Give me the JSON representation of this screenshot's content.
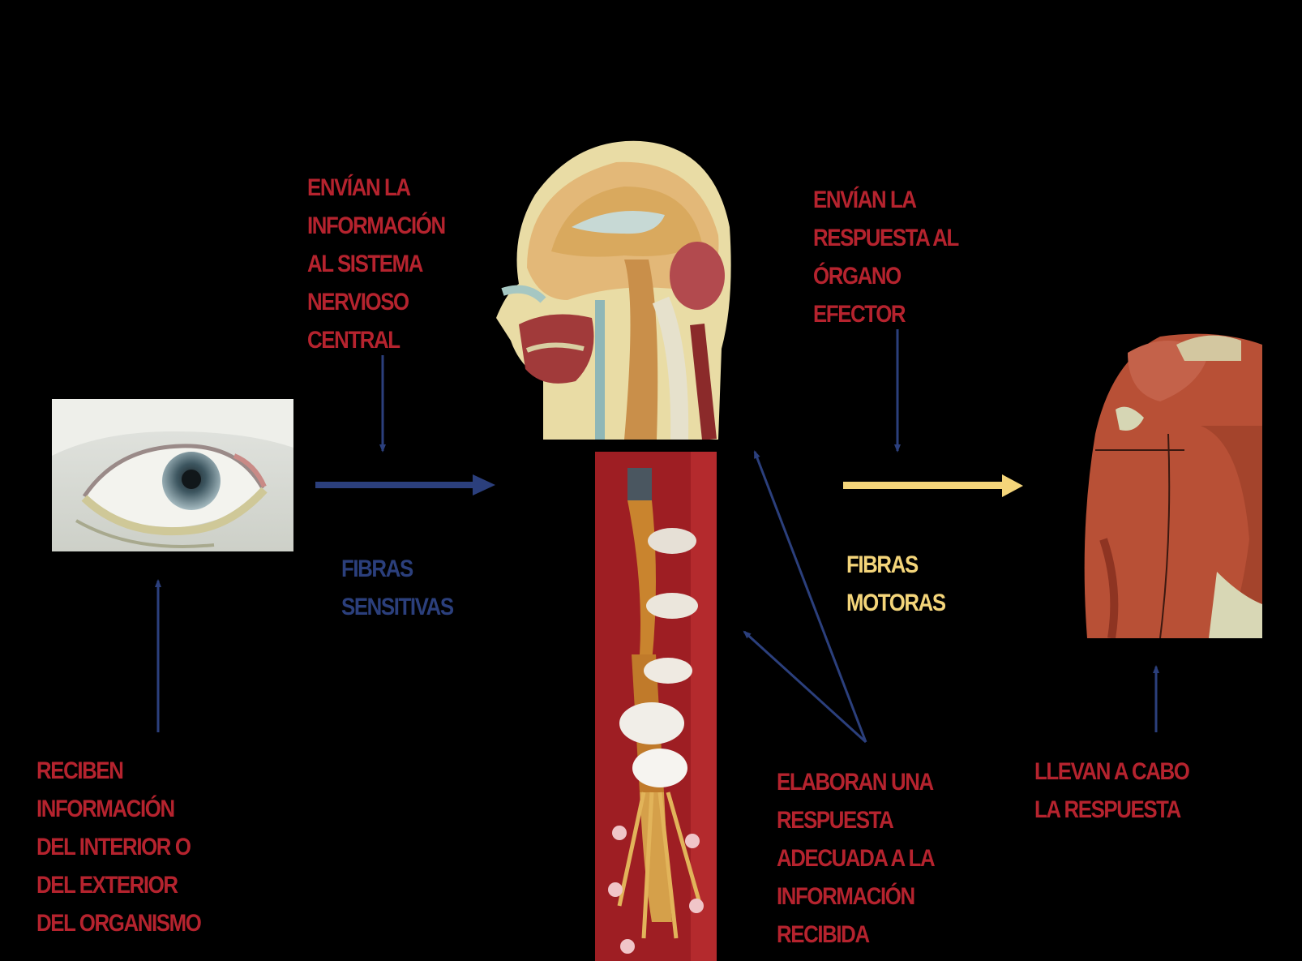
{
  "labels": {
    "receptors": [
      "RECIBEN",
      "INFORMACIÓN",
      "DEL INTERIOR O",
      "DEL EXTERIOR",
      "DEL ORGANISMO"
    ],
    "sensory_send": [
      "ENVÍAN LA",
      "INFORMACIÓN",
      "AL SISTEMA",
      "NERVIOSO",
      "CENTRAL"
    ],
    "sensory_fibers": [
      "FIBRAS",
      "SENSITIVAS"
    ],
    "motor_send": [
      "ENVÍAN LA",
      "RESPUESTA AL",
      "ÓRGANO",
      "EFECTOR"
    ],
    "motor_fibers": [
      "FIBRAS",
      "MOTORAS"
    ],
    "cns_response": [
      "ELABORAN UNA",
      "RESPUESTA",
      "ADECUADA A LA",
      "INFORMACIÓN",
      "RECIBIDA"
    ],
    "effector": [
      "LLEVAN A CABO",
      "LA RESPUESTA"
    ]
  },
  "images": {
    "eye": "eye-model-photo",
    "head": "head-sagittal-section-model",
    "spine": "spinal-cord-model",
    "arm": "arm-muscle-model"
  },
  "colors": {
    "background": "#000000",
    "label_red": "#b5232e",
    "sensory_blue": "#2b3f7c",
    "motor_yellow": "#f4d57a"
  }
}
